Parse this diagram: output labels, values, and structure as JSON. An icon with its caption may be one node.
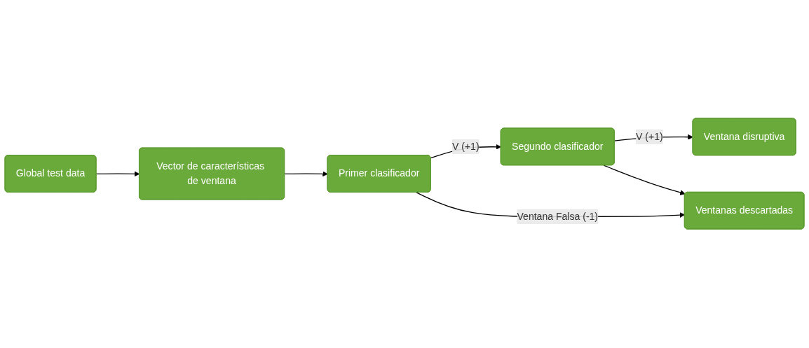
{
  "diagram": {
    "nodes": [
      {
        "text": [
          "Global test data"
        ]
      },
      {
        "text": [
          "Vector de características de ventana"
        ]
      },
      {
        "text": [
          "Primer clasificador"
        ]
      },
      {
        "text": [
          "Segundo clasificador"
        ]
      },
      {
        "text": [
          "Ventana disruptiva"
        ]
      },
      {
        "text": [
          "Ventanas descartadas"
        ]
      }
    ],
    "edges": [
      {
        "from": 0,
        "to": 1,
        "arrow": "to"
      },
      {
        "from": 1,
        "to": 2,
        "arrow": "to"
      },
      {
        "from": 2,
        "to": 3,
        "label": "V (+1)",
        "arrow": "to"
      },
      {
        "from": 3,
        "to": 4,
        "label": "V (+1)",
        "arrow": "to"
      },
      {
        "from": 2,
        "to": 5,
        "label": "Ventana Falsa (-1)",
        "arrow": "to"
      },
      {
        "from": 3,
        "to": 5,
        "arrow": "to"
      }
    ]
  }
}
